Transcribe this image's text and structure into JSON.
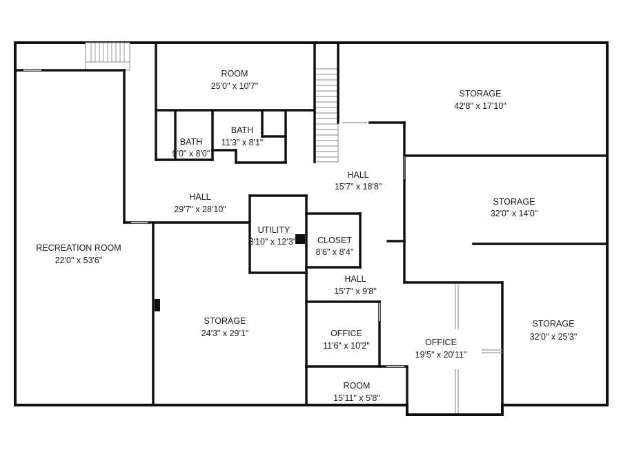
{
  "rooms": [
    {
      "id": "room-top",
      "name": "ROOM",
      "dims": "25'0\" x 10'7\""
    },
    {
      "id": "storage-1",
      "name": "STORAGE",
      "dims": "42'8\" x 17'10\""
    },
    {
      "id": "bath-1",
      "name": "BATH",
      "dims": "9'0\" x 8'0\""
    },
    {
      "id": "bath-2",
      "name": "BATH",
      "dims": "11'3\" x 8'1\""
    },
    {
      "id": "hall-1",
      "name": "HALL",
      "dims": "15'7\" x 18'8\""
    },
    {
      "id": "hall-2",
      "name": "HALL",
      "dims": "29'7\" x 28'10\""
    },
    {
      "id": "storage-2",
      "name": "STORAGE",
      "dims": "32'0\" x 14'0\""
    },
    {
      "id": "utility",
      "name": "UTILITY",
      "dims": "3'10\" x 12'3\""
    },
    {
      "id": "closet",
      "name": "CLOSET",
      "dims": "8'6\" x 8'4\""
    },
    {
      "id": "recreation-room",
      "name": "RECREATION ROOM",
      "dims": "22'0\" x 53'6\""
    },
    {
      "id": "hall-3",
      "name": "HALL",
      "dims": "15'7\" x 9'8\""
    },
    {
      "id": "storage-3",
      "name": "STORAGE",
      "dims": "24'3\" x 29'1\""
    },
    {
      "id": "storage-4",
      "name": "STORAGE",
      "dims": "32'0\" x 25'3\""
    },
    {
      "id": "office-1",
      "name": "OFFICE",
      "dims": "11'6\" x 10'2\""
    },
    {
      "id": "office-2",
      "name": "OFFICE",
      "dims": "19'5\" x 20'11\""
    },
    {
      "id": "room-bottom",
      "name": "ROOM",
      "dims": "15'11\" x 5'8\""
    }
  ]
}
